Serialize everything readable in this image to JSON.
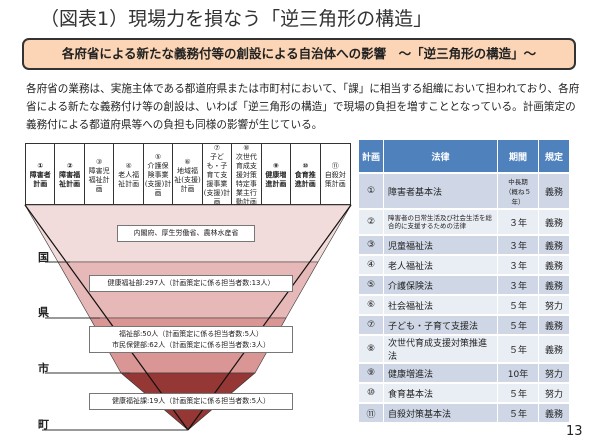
{
  "title": "（図表1）現場力を損なう「逆三角形の構造」",
  "banner": "各府省による新たな義務付等の創設による自治体への影響　～「逆三角形の構造」～",
  "paragraph": "各府省の業務は、実施主体である都道府県または市町村において、「課」に相当する組織において担われており、各府省による新たな義務付け等の創設は、いわば「逆三角形の構造」で現場の負担を増すこととなっている。計画策定の義務付による都道府県等への負担も同様の影響が生じている。",
  "plans": [
    {
      "num": "①",
      "name": "障害者計画"
    },
    {
      "num": "②",
      "name": "障害福祉計画"
    },
    {
      "num": "③",
      "name": "障害児福祉計画"
    },
    {
      "num": "④",
      "name": "老人福祉計画"
    },
    {
      "num": "⑤",
      "name": "介護保険事業(支援)計画"
    },
    {
      "num": "⑥",
      "name": "地域福祉(支援)計画"
    },
    {
      "num": "⑦",
      "name": "子ども・子育て支援事業(支援)計画"
    },
    {
      "num": "⑧",
      "name": "次世代育成支援対策特定事業主行動計画"
    },
    {
      "num": "⑨",
      "name": "健康増進計画"
    },
    {
      "num": "⑩",
      "name": "食育推進計画"
    },
    {
      "num": "⑪",
      "name": "自殺対策計画"
    }
  ],
  "pyramid": {
    "levels": [
      "国",
      "県",
      "市",
      "町"
    ],
    "boxes": [
      "内閣府、厚生労働省、農林水産省",
      "健康福祉部:297人（計画策定に係る担当者数:13人）",
      "福祉部:50人（計画策定に係る担当者数:5人）",
      "市民保健部:62人（計画策定に係る担当者数:3人）",
      "健康福祉課:19人（計画策定に係る担当者数:5人）"
    ],
    "colors": [
      "#f2dcdb",
      "#e6b9b8",
      "#d99694",
      "#953735"
    ]
  },
  "laws": {
    "headers": [
      "計画",
      "法律",
      "期間",
      "規定"
    ],
    "rows": [
      {
        "n": "①",
        "law": "障害者基本法",
        "period": "中長期（概ね５年）",
        "rule": "義務"
      },
      {
        "n": "②",
        "law": "障害者の日常生活及び社会生活を総合的に支援するための法律",
        "period": "３年",
        "rule": "義務"
      },
      {
        "n": "③",
        "law": "児童福祉法",
        "period": "３年",
        "rule": "義務"
      },
      {
        "n": "④",
        "law": "老人福祉法",
        "period": "３年",
        "rule": "義務"
      },
      {
        "n": "⑤",
        "law": "介護保険法",
        "period": "３年",
        "rule": "義務"
      },
      {
        "n": "⑥",
        "law": "社会福祉法",
        "period": "５年",
        "rule": "努力"
      },
      {
        "n": "⑦",
        "law": "子ども・子育て支援法",
        "period": "５年",
        "rule": "義務"
      },
      {
        "n": "⑧",
        "law": "次世代育成支援対策推進法",
        "period": "５年",
        "rule": "義務"
      },
      {
        "n": "⑨",
        "law": "健康増進法",
        "period": "10年",
        "rule": "努力"
      },
      {
        "n": "⑩",
        "law": "食育基本法",
        "period": "５年",
        "rule": "努力"
      },
      {
        "n": "⑪",
        "law": "自殺対策基本法",
        "period": "５年",
        "rule": "義務"
      }
    ]
  },
  "page_number": "13"
}
